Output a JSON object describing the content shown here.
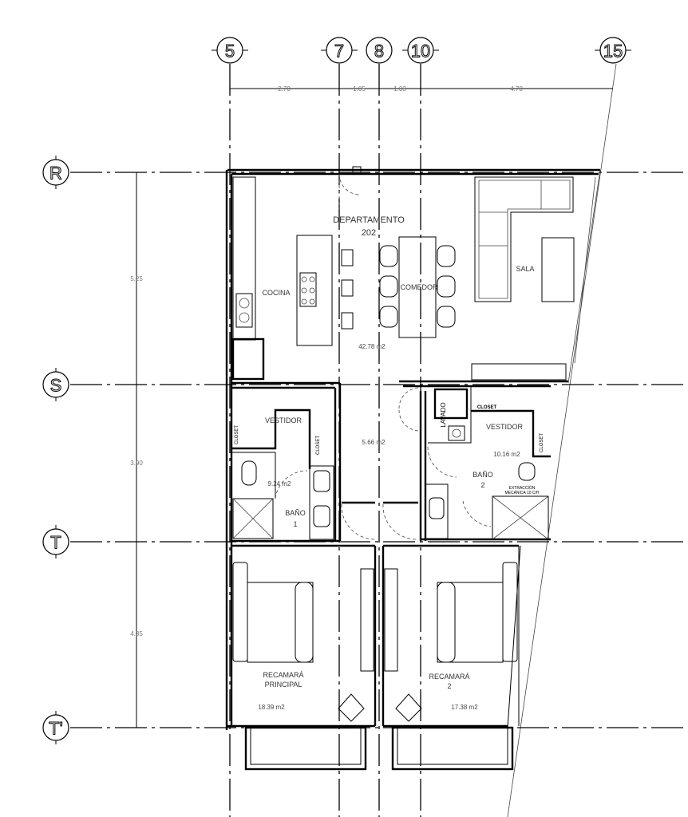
{
  "axes": {
    "vertical": [
      "5",
      "7",
      "8",
      "10",
      "15"
    ],
    "horizontal": [
      "R",
      "S",
      "T",
      "T'"
    ]
  },
  "dimensions": {
    "horizontal": [
      "2.70",
      "1.05",
      "1.03",
      "4.70"
    ],
    "vertical": [
      "5.25",
      "3.90",
      "4.35"
    ]
  },
  "rooms": {
    "departamento_line1": "DEPARTAMENTO",
    "departamento_line2": "202",
    "cocina": "COCINA",
    "comedor": "COMEDOR",
    "sala": "SALA",
    "main_area": "42.78 m2",
    "vestidor_1": "VESTIDOR",
    "closet_1a": "CLOSET",
    "closet_1b": "CLOSET",
    "bano1_area": "9.24 m2",
    "bano1_line1": "BAÑO",
    "bano1_line2": "1",
    "hall_area": "5.66 m2",
    "lavado": "LAVADO",
    "closet_2a": "CLOSET",
    "closet_2b": "CLOSET",
    "vestidor_2": "VESTIDOR",
    "vestidor2_area": "10.16 m2",
    "bano2_line1": "BAÑO",
    "bano2_line2": "2",
    "extraccion_line1": "EXTRACCIÓN",
    "extraccion_line2": "MECÁNICA 10 C/H",
    "recamara_principal_line1": "RECAMARÁ",
    "recamara_principal_line2": "PRINCIPAL",
    "recamara_principal_area": "18.39 m2",
    "recamara2_line1": "RECAMARÁ",
    "recamara2_line2": "2",
    "recamara2_area": "17.38 m2"
  }
}
